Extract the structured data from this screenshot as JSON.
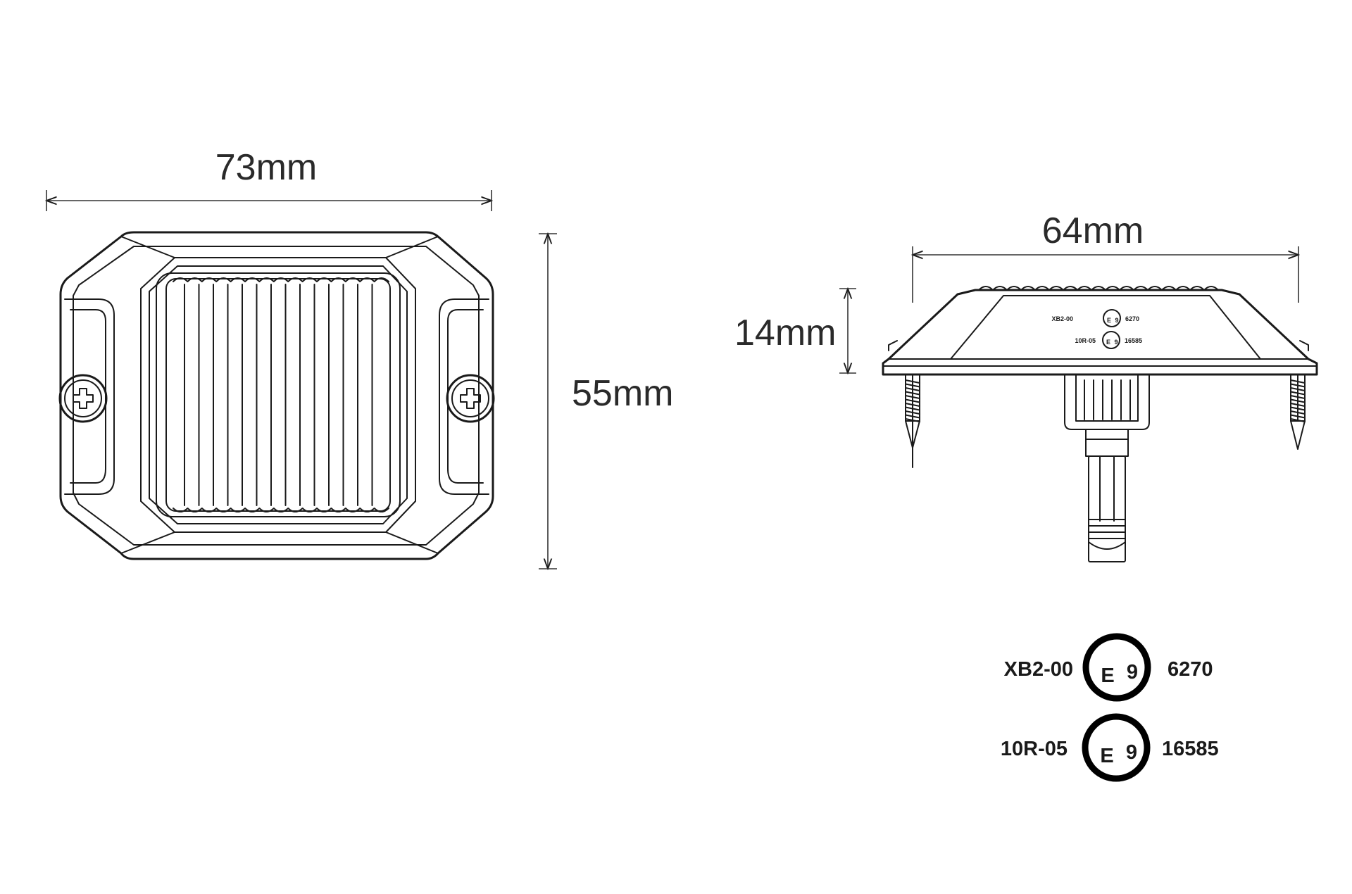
{
  "front_view": {
    "width_label": "73mm",
    "height_label": "55mm"
  },
  "side_view": {
    "width_label": "64mm",
    "depth_label": "14mm",
    "small_marks": [
      {
        "left": "XB2-00",
        "mark": "E",
        "sub": "9",
        "right": "6270"
      },
      {
        "left": "10R-05",
        "mark": "E",
        "sub": "9",
        "right": "16585"
      }
    ]
  },
  "certifications": [
    {
      "code": "XB2-00",
      "mark": "E",
      "sub": "9",
      "number": "6270"
    },
    {
      "code": "10R-05",
      "mark": "E",
      "sub": "9",
      "number": "16585"
    }
  ]
}
